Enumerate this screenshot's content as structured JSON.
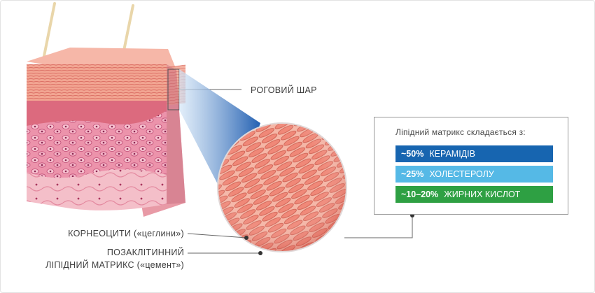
{
  "labels": {
    "horny_layer": "РОГОВИЙ ШАР",
    "corneocytes": "КОРНЕОЦИТИ («цеглини»)",
    "matrix_line1": "ПОЗАКЛІТИННИЙ",
    "matrix_line2": "ЛІПІДНИЙ МАТРИКС («цемент»)"
  },
  "panel": {
    "title": "Ліпідний матрикс складається з:",
    "items": [
      {
        "percent": "~50%",
        "name": "КЕРАМІДІВ",
        "color": "#1765b0"
      },
      {
        "percent": "~25%",
        "name": "ХОЛЕСТЕРОЛУ",
        "color": "#55b9e6"
      },
      {
        "percent": "~10–20%",
        "name": "ЖИРНИХ КИСЛОТ",
        "color": "#2ea043"
      }
    ]
  },
  "colors": {
    "horny_layer": "#f0a090",
    "epidermis": "#e98aa0",
    "dermis": "#f3b8c4",
    "magnifier_beam": "#1e5fb0",
    "hair": "#e5cfa0"
  }
}
